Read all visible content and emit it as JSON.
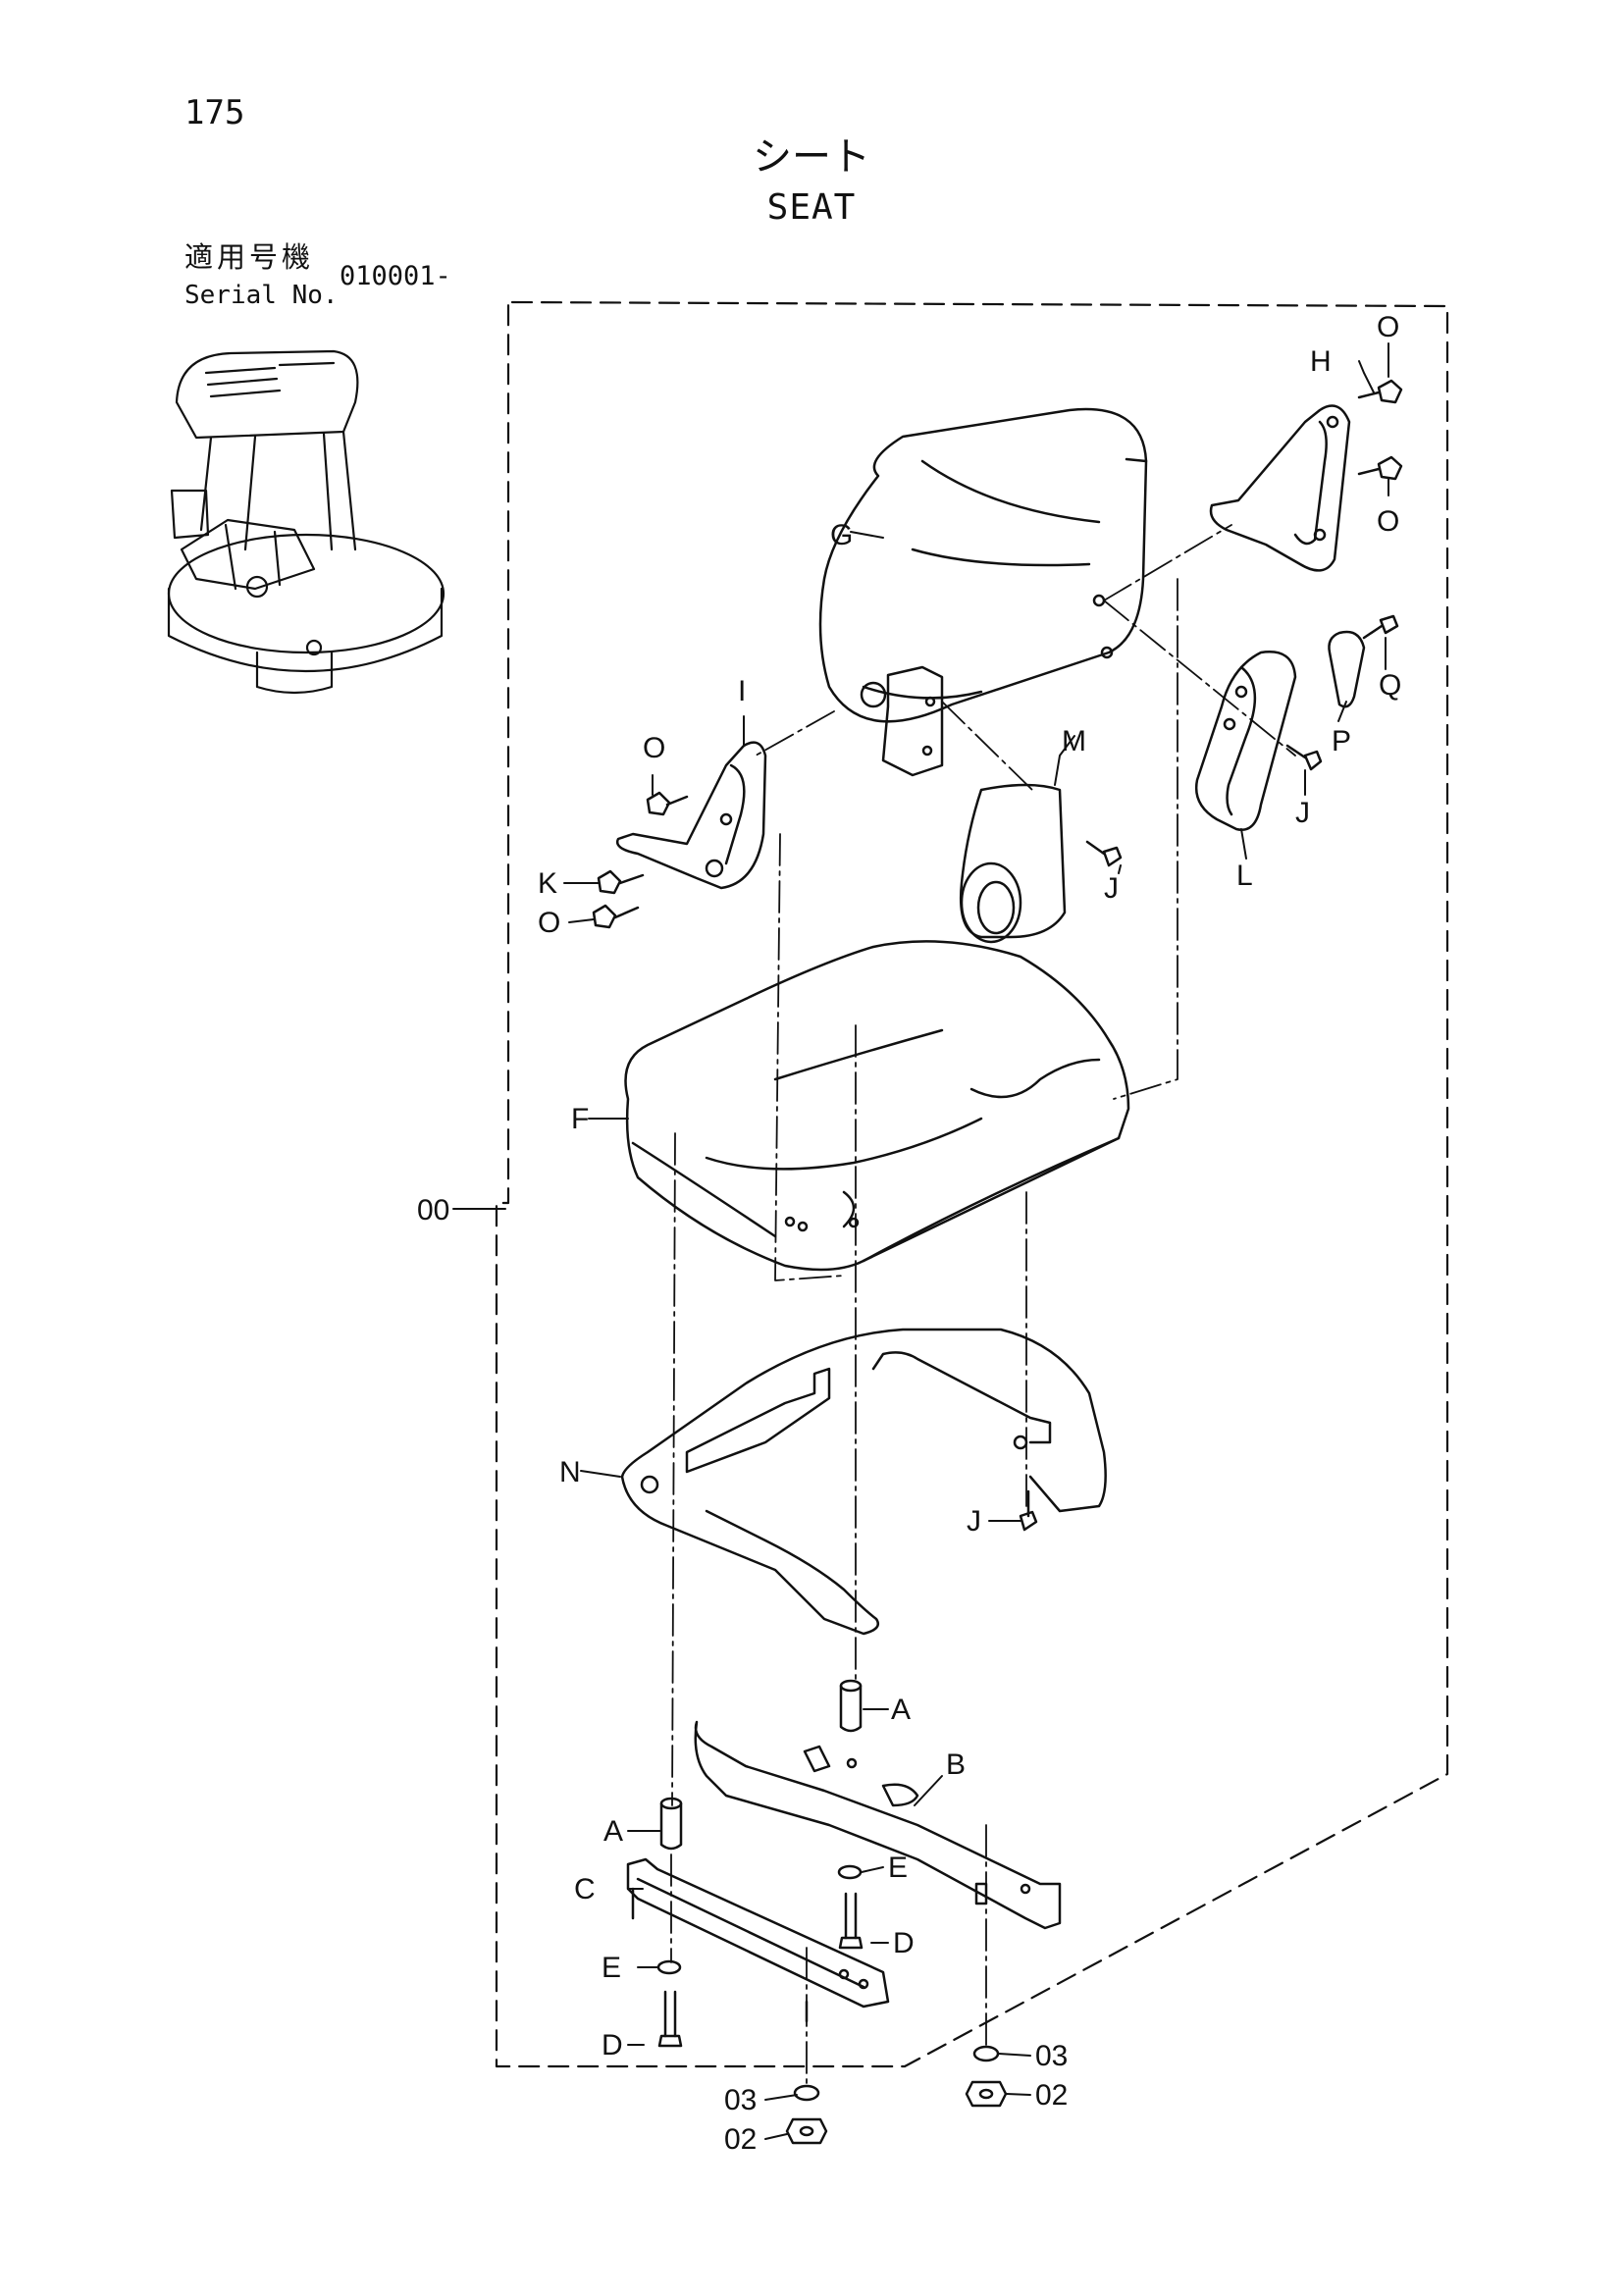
{
  "header": {
    "page_number": "175",
    "title_jp": "シート",
    "title_en": "SEAT",
    "serial_label_jp": "適用号機",
    "serial_label_en": "Serial No.",
    "serial_value": "010001-"
  },
  "callouts": {
    "assembly": "00",
    "a": "A",
    "b": "B",
    "c": "C",
    "d": "D",
    "e": "E",
    "f": "F",
    "g": "G",
    "h": "H",
    "i": "I",
    "j": "J",
    "k": "K",
    "l": "L",
    "m": "M",
    "n": "N",
    "o": "O",
    "p": "P",
    "q": "Q",
    "washer": "03",
    "nut": "02"
  },
  "colors": {
    "ink": "#111111",
    "paper": "#ffffff"
  }
}
